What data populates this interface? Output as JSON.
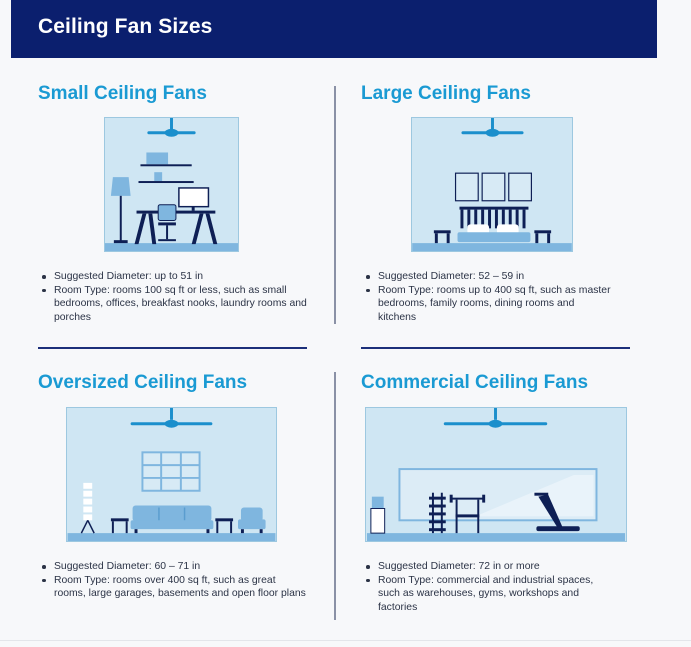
{
  "header": {
    "title": "Ceiling Fan Sizes"
  },
  "sections": [
    {
      "title": "Small Ceiling Fans",
      "diameter": "Suggested Diameter: up to 51 in",
      "room_type": "Room Type: rooms 100 sq ft or less, such as small bedrooms, offices, breakfast nooks, laundry rooms and porches"
    },
    {
      "title": "Large Ceiling Fans",
      "diameter": "Suggested Diameter: 52 – 59 in",
      "room_type": "Room Type: rooms up to 400 sq ft, such as master bedrooms, family rooms, dining rooms and kitchens"
    },
    {
      "title": "Oversized Ceiling Fans",
      "diameter": "Suggested Diameter: 60 – 71 in",
      "room_type": "Room Type: rooms over 400 sq ft, such as great rooms, large garages, basements and open floor plans"
    },
    {
      "title": "Commercial Ceiling Fans",
      "diameter": "Suggested Diameter: 72 in or more",
      "room_type": "Room Type: commercial and industrial spaces, such as warehouses, gyms, workshops and factories"
    }
  ],
  "colors": {
    "header_bg": "#0b1f6e",
    "title_blue": "#1a9ad3",
    "scene_bg": "#cfe6f3",
    "fan_blue": "#1b8fcc",
    "furniture_navy": "#0e1f55",
    "furniture_light": "#7fb6df"
  }
}
